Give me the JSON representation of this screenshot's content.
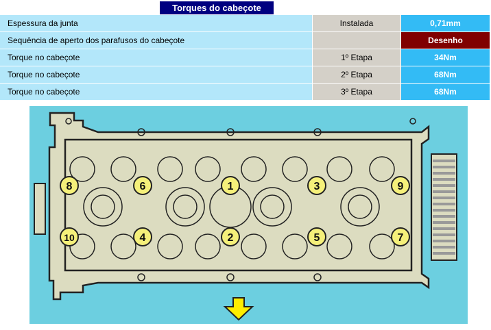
{
  "title": "Torques do cabeçote",
  "rows": [
    {
      "label": "Espessura da junta",
      "stage": "Instalada",
      "value": "0,71mm"
    },
    {
      "label": "Sequência de aperto dos parafusos do cabeçote",
      "stage": "",
      "value": "Desenho"
    },
    {
      "label": "Torque no cabeçote",
      "stage": "1º Etapa",
      "value": "34Nm"
    },
    {
      "label": "Torque no cabeçote",
      "stage": "2º Etapa",
      "value": "68Nm"
    },
    {
      "label": "Torque no cabeçote",
      "stage": "3º Etapa",
      "value": "68Nm"
    }
  ],
  "diagram": {
    "bolts": [
      "8",
      "6",
      "1",
      "3",
      "9",
      "10",
      "4",
      "2",
      "5",
      "7"
    ],
    "colors": {
      "background": "#6ccfe0",
      "gasket": "#dcdcc0",
      "bolt": "#f5f07a",
      "arrow": "#ffee00"
    }
  }
}
